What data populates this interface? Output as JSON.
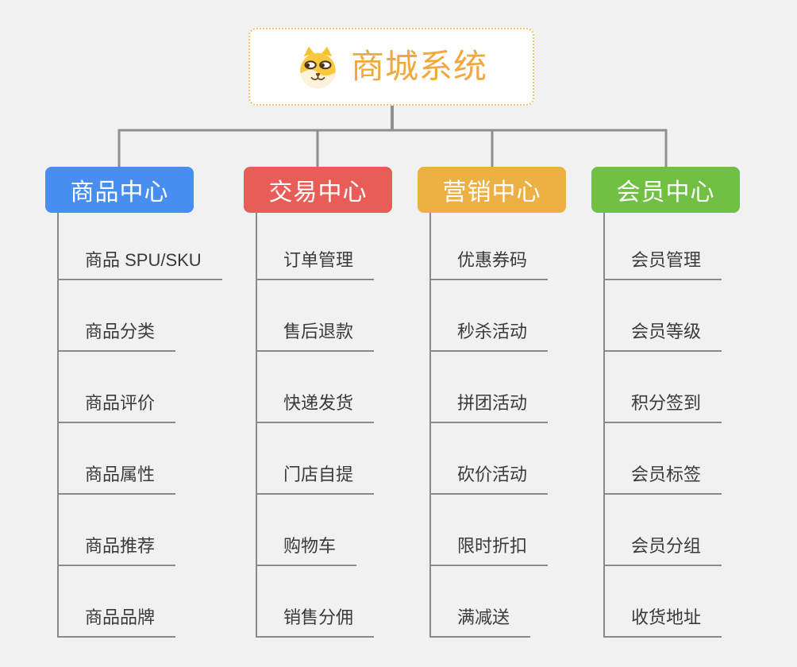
{
  "root": {
    "title": "商城系统",
    "icon": "shiba-dog-icon"
  },
  "branches": [
    {
      "label": "商品中心",
      "color": "#4a8df0",
      "children": [
        "商品 SPU/SKU",
        "商品分类",
        "商品评价",
        "商品属性",
        "商品推荐",
        "商品品牌"
      ]
    },
    {
      "label": "交易中心",
      "color": "#e95d58",
      "children": [
        "订单管理",
        "售后退款",
        "快递发货",
        "门店自提",
        "购物车",
        "销售分佣"
      ]
    },
    {
      "label": "营销中心",
      "color": "#edb045",
      "children": [
        "优惠券码",
        "秒杀活动",
        "拼团活动",
        "砍价活动",
        "限时折扣",
        "满减送"
      ]
    },
    {
      "label": "会员中心",
      "color": "#71c043",
      "children": [
        "会员管理",
        "会员等级",
        "积分签到",
        "会员标签",
        "会员分组",
        "收货地址"
      ]
    }
  ],
  "colors": {
    "background": "#f1f1f1",
    "connector": "#8f8f8f",
    "underline": "#8a8a8a",
    "root_border": "#f3c06c",
    "root_title": "#f0a840",
    "child_text": "#3a3a3a"
  }
}
